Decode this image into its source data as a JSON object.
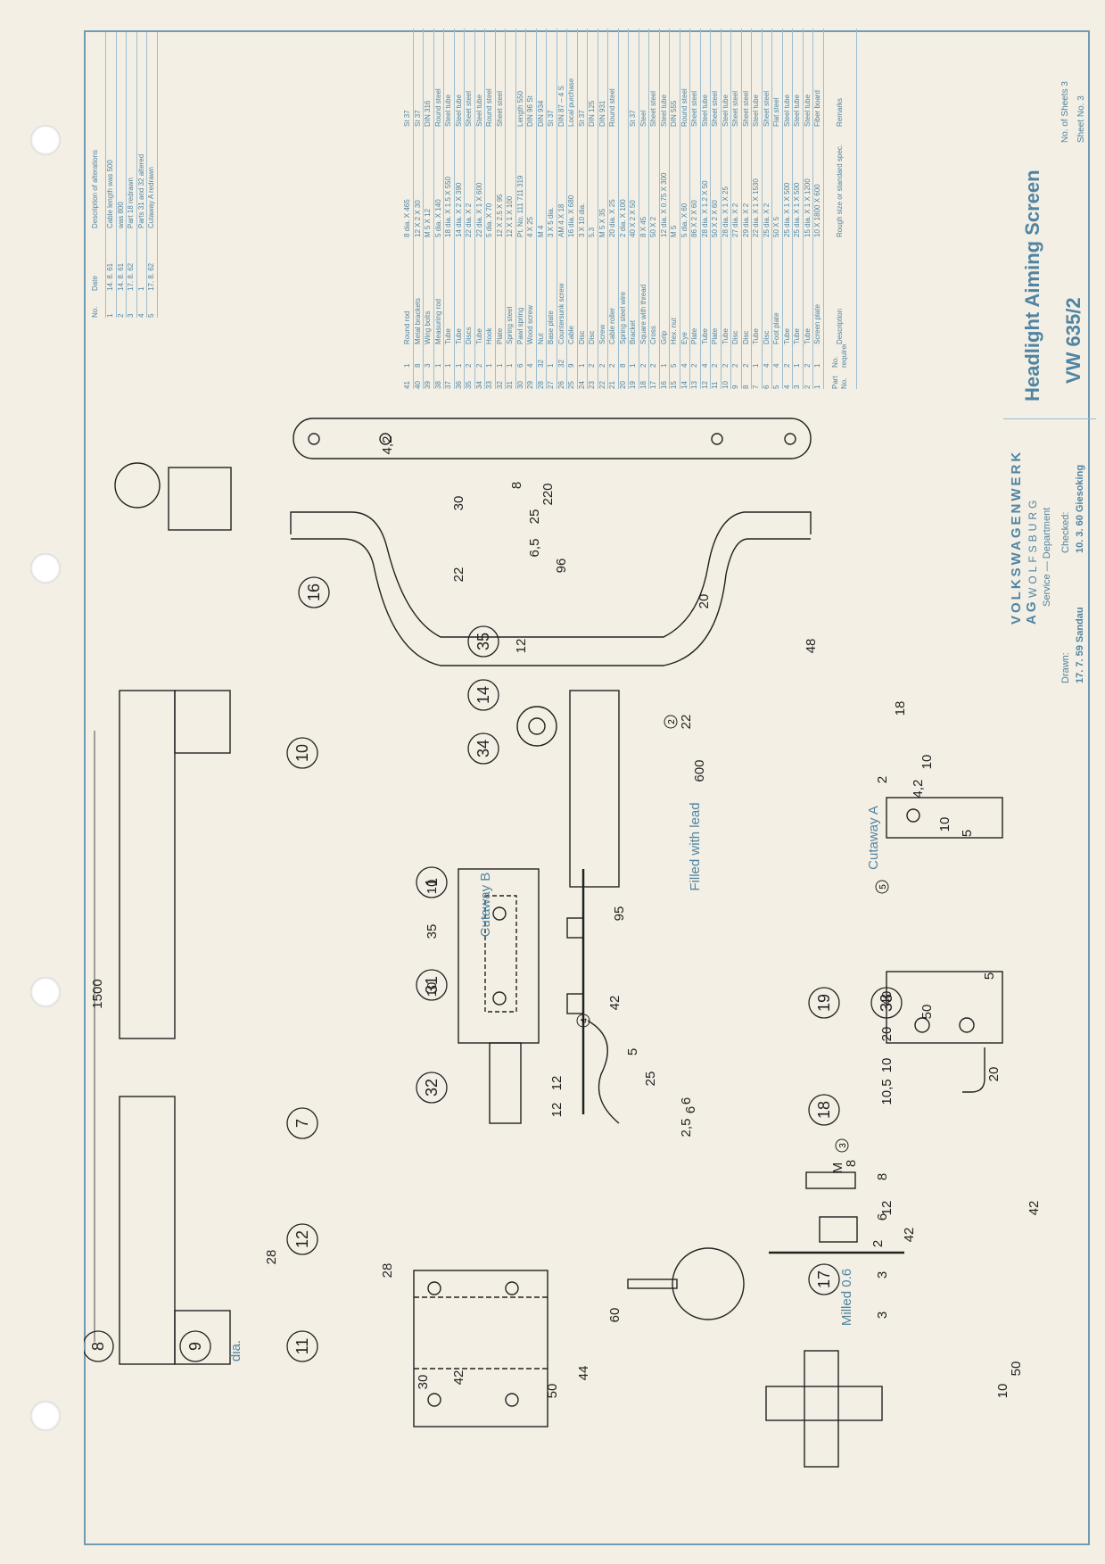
{
  "alterations": {
    "headers": [
      "No.",
      "Date",
      "Description of alterations"
    ],
    "rows": [
      [
        "1",
        "14. 8. 61",
        "Cable length was 500"
      ],
      [
        "2",
        "14. 8. 61",
        "was 800"
      ],
      [
        "3",
        "17. 8. 62",
        "Part 18 redrawn"
      ],
      [
        "4",
        "1",
        "Parts 31 and 32 altered"
      ],
      [
        "5",
        "17. 8. 62",
        "Cutaway A redrawn"
      ]
    ]
  },
  "parts": {
    "headers": [
      "Part No.",
      "No. required",
      "Description",
      "Rough size or standard spec.",
      "Remarks"
    ],
    "rows": [
      [
        "41",
        "1",
        "Round rod",
        "8 dia. X 465",
        "St 37"
      ],
      [
        "40",
        "8",
        "Metal brackets",
        "12 X 2 X 30",
        "St 37"
      ],
      [
        "39",
        "3",
        "Wing bolts",
        "M 5 X 12",
        "DIN 316"
      ],
      [
        "38",
        "1",
        "Measuring rod",
        "5 dia. X 140",
        "Round steel"
      ],
      [
        "37",
        "1",
        "Tube",
        "18 dia. X 1.5 X 550",
        "Steel tube"
      ],
      [
        "36",
        "1",
        "Tube",
        "14 dia. X 2 X 390",
        "Steel tube"
      ],
      [
        "35",
        "2",
        "Discs",
        "22 dia. X 2",
        "Sheet steel"
      ],
      [
        "34",
        "2",
        "Tube",
        "22 dia. X 1 X 600",
        "Steel tube"
      ],
      [
        "33",
        "1",
        "Hook",
        "5 dia. X 70",
        "Round steel"
      ],
      [
        "32",
        "1",
        "Plate",
        "12 X 2.5 X 95",
        "Sheet steel"
      ],
      [
        "31",
        "1",
        "Spring steel",
        "12 X 1 X 100",
        ""
      ],
      [
        "30",
        "6",
        "Pawl spring",
        "Pt. No. 111 711 319",
        "Length 550"
      ],
      [
        "29",
        "4",
        "Wood screw",
        "4 X 25",
        "DIN 96 St"
      ],
      [
        "28",
        "32",
        "Nut",
        "M 4",
        "DIN 934"
      ],
      [
        "27",
        "1",
        "Base plate",
        "3 X 5 dia.",
        "St 37"
      ],
      [
        "26",
        "32",
        "Countersunk screw",
        "AM 4 X 18",
        "DIN 87 – 4 S"
      ],
      [
        "25",
        "9",
        "Cable",
        "16 dia. X 680",
        "Local purchase"
      ],
      [
        "24",
        "1",
        "Disc",
        "3 X 10 dia.",
        "St 37"
      ],
      [
        "23",
        "2",
        "Disc",
        "5.3",
        "DIN 125"
      ],
      [
        "22",
        "2",
        "Screw",
        "M 5 X 35",
        "DIN 931"
      ],
      [
        "21",
        "2",
        "Cable roller",
        "20 dia. X 25",
        "Round steel"
      ],
      [
        "20",
        "8",
        "Spring steel wire",
        "2 dia. X 100",
        ""
      ],
      [
        "19",
        "1",
        "Bracket",
        "40 X 2 X 50",
        "St 37"
      ],
      [
        "18",
        "2",
        "Square with thread",
        "8 X 45",
        "Steel"
      ],
      [
        "17",
        "2",
        "Cross",
        "50 X 2",
        "Sheet steel"
      ],
      [
        "16",
        "1",
        "Grip",
        "12 dia. X 0.75 X 300",
        "Steel tube"
      ],
      [
        "15",
        "5",
        "Hex. nut",
        "M 5",
        "DIN 555"
      ],
      [
        "14",
        "4",
        "Eye",
        "5 dia. X 60",
        "Round steel"
      ],
      [
        "13",
        "2",
        "Plate",
        "86 X 2 X 60",
        "Sheet steel"
      ],
      [
        "12",
        "4",
        "Tube",
        "28 dia. X 1.2 X 50",
        "Steel tube"
      ],
      [
        "11",
        "2",
        "Plate",
        "50 X 2 X 60",
        "Sheet steel"
      ],
      [
        "10",
        "2",
        "Tube",
        "28 dia. X 1 X 25",
        "Steel tube"
      ],
      [
        "9",
        "2",
        "Disc",
        "27 dia. X 2",
        "Sheet steel"
      ],
      [
        "8",
        "2",
        "Disc",
        "29 dia. X 2",
        "Sheet steel"
      ],
      [
        "7",
        "1",
        "Tube",
        "22 dia. X 1 X 1530",
        "Steel tube"
      ],
      [
        "6",
        "4",
        "Disc",
        "25 dia. X 2",
        "Sheet steel"
      ],
      [
        "5",
        "4",
        "Foot plate",
        "50 X 5",
        "Flat steel"
      ],
      [
        "4",
        "2",
        "Tube",
        "25 dia. X 1 X 500",
        "Steel tube"
      ],
      [
        "3",
        "1",
        "Tube",
        "25 dia. X 1 X 500",
        "Steel tube"
      ],
      [
        "2",
        "2",
        "Tube",
        "15 dia. X 1 X 1200",
        "Steel tube"
      ],
      [
        "1",
        "1",
        "Screen plate",
        "10 X 1800 X 600",
        "Fiber board"
      ]
    ]
  },
  "title_block": {
    "company": "VOLKSWAGENWERK AG",
    "city": "WOLFSBURG",
    "department": "Service — Department",
    "drawn_label": "Drawn:",
    "drawn_value": "17. 7. 59 Sandau",
    "checked_label": "Checked:",
    "checked_value": "10. 3. 60 Giesoking",
    "title": "Headlight Aiming Screen",
    "drawing_no": "VW 635/2",
    "sheets": "No. of Sheets 3",
    "sheet_no": "Sheet No. 3"
  },
  "drawing": {
    "balloons": [
      "8",
      "9",
      "11",
      "12",
      "7",
      "10",
      "32",
      "31",
      "1",
      "34",
      "14",
      "35",
      "16",
      "17",
      "18",
      "19",
      "33"
    ],
    "labels": {
      "cutaway_b": "Cutaway B",
      "cutaway_a": "Cutaway A",
      "filled_with_lead": "Filled with lead",
      "milled": "Milled 0.6",
      "dia": "dia."
    },
    "dims": [
      "1500",
      "28",
      "28",
      "60",
      "44",
      "30",
      "50",
      "42",
      "12",
      "95",
      "35",
      "10",
      "10",
      "42",
      "25",
      "5",
      "6",
      "2,5",
      "6",
      "12",
      "600",
      "22",
      "18",
      "10",
      "10",
      "96",
      "220",
      "30",
      "22",
      "12",
      "20",
      "48",
      "25",
      "6,5",
      "8",
      "4,2",
      "40",
      "20",
      "10",
      "10,5",
      "50",
      "20",
      "5",
      "42",
      "8",
      "12",
      "42",
      "2",
      "6",
      "3",
      "3",
      "M",
      "8",
      "50",
      "10",
      "2",
      "4,2",
      "5"
    ],
    "circle_marks": [
      "2",
      "4",
      "3",
      "5"
    ]
  }
}
